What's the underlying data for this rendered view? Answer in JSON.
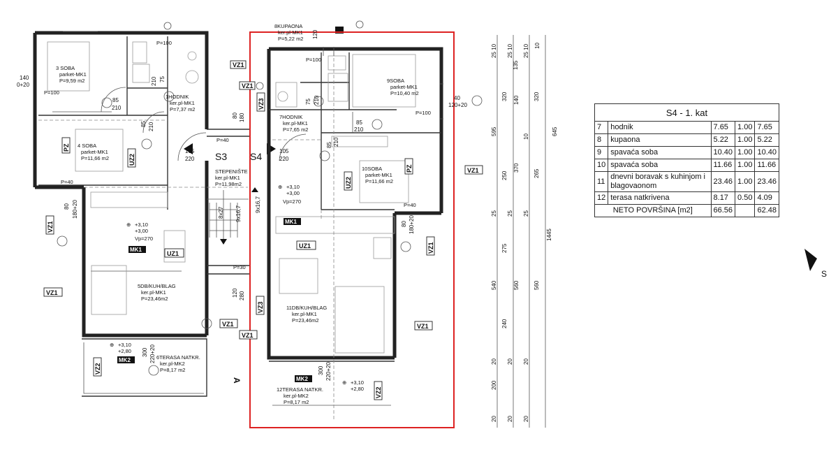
{
  "table": {
    "title": "S4 - 1. kat",
    "rows": [
      {
        "no": "7",
        "name": "hodnik",
        "a": "7.65",
        "k": "1.00",
        "b": "7.65"
      },
      {
        "no": "8",
        "name": "kupaona",
        "a": "5.22",
        "k": "1.00",
        "b": "5.22"
      },
      {
        "no": "9",
        "name": "spavaća soba",
        "a": "10.40",
        "k": "1.00",
        "b": "10.40"
      },
      {
        "no": "10",
        "name": "spavaća soba",
        "a": "11.66",
        "k": "1.00",
        "b": "11.66"
      },
      {
        "no": "11",
        "name": "dnevni boravak s kuhinjom i blagovaonom",
        "a": "23.46",
        "k": "1.00",
        "b": "23.46"
      },
      {
        "no": "12",
        "name": "terasa natkrivena",
        "a": "8.17",
        "k": "0.50",
        "b": "4.09"
      }
    ],
    "total_label": "NETO POVRŠINA [m2]",
    "total_a": "66.56",
    "total_b": "62.48"
  },
  "units": {
    "left": "S3",
    "right": "S4"
  },
  "north_label": "S",
  "section_mark": "A",
  "rooms": {
    "r3": [
      "3",
      "SOBA",
      "parket-MK1",
      "P=9,59 m2"
    ],
    "r1": [
      "1",
      "HODNIK",
      "ker.pl-MK1",
      "P=7,37 m2"
    ],
    "r4": [
      "4",
      "SOBA",
      "parket-MK1",
      "P=11,66 m2"
    ],
    "rst": [
      "STEPENIŠTE",
      "ker.pl-MK1",
      "P=11,98m2"
    ],
    "r5": [
      "5",
      "DB/KUH/BLAG",
      "ker.pl-MK1",
      "P=23,46m2"
    ],
    "r6": [
      "6",
      "TERASA NATKR.",
      "ker.pl-MK2",
      "P=8,17 m2"
    ],
    "r8": [
      "8",
      "KUPAONA",
      "ker.pl-MK1",
      "P=5,22 m2"
    ],
    "r9": [
      "9",
      "SOBA",
      "parket-MK1",
      "P=10,40 m2"
    ],
    "r7": [
      "7",
      "HODNIK",
      "ker.pl-MK1",
      "P=7,65 m2"
    ],
    "r10": [
      "10",
      "SOBA",
      "parket-MK1",
      "P=11,66 m2"
    ],
    "r11": [
      "11",
      "DB/KUH/BLAG",
      "ker.pl-MK1",
      "P=23,46m2"
    ],
    "r12": [
      "12",
      "TERASA NATKR.",
      "ker.pl-MK2",
      "P=8,17 m2"
    ]
  },
  "tags": {
    "vz1": "VZ1",
    "vz2": "VZ2",
    "vz3": "VZ3",
    "uz1": "UZ1",
    "uz2": "UZ2",
    "pz": "PZ",
    "mk1": "MK1",
    "mk2": "MK2"
  },
  "levels": {
    "l1": "+3,10",
    "l2": "+3,00",
    "l3": "+2,80",
    "vp": "Vp=270"
  },
  "labels": {
    "p100": "P=100",
    "p40": "P=40",
    "p30": "P=30"
  },
  "dims": {
    "d140": "140",
    "d020": "0+20",
    "d85": "85",
    "d210": "210",
    "d75": "75",
    "d80": "80",
    "d180": "180",
    "d105": "105",
    "d220": "220",
    "d300": "300",
    "d22020": "220+20",
    "d18020": "180+20",
    "d12020": "120+20",
    "d40": "40",
    "d120": "120",
    "d280": "280",
    "d8x27": "8x27",
    "d9x16": "9x16,7",
    "d9x167": "9x16,7",
    "v25_10": "25 10",
    "v135": "135",
    "v320": "320",
    "v140": "140",
    "v595": "595",
    "v10": "10",
    "v645": "645",
    "v250": "250",
    "v370": "370",
    "v265": "265",
    "v25": "25",
    "v275": "275",
    "v1445": "1445",
    "v540": "540",
    "v560": "560",
    "v240": "240",
    "v20": "20",
    "v200": "200"
  }
}
